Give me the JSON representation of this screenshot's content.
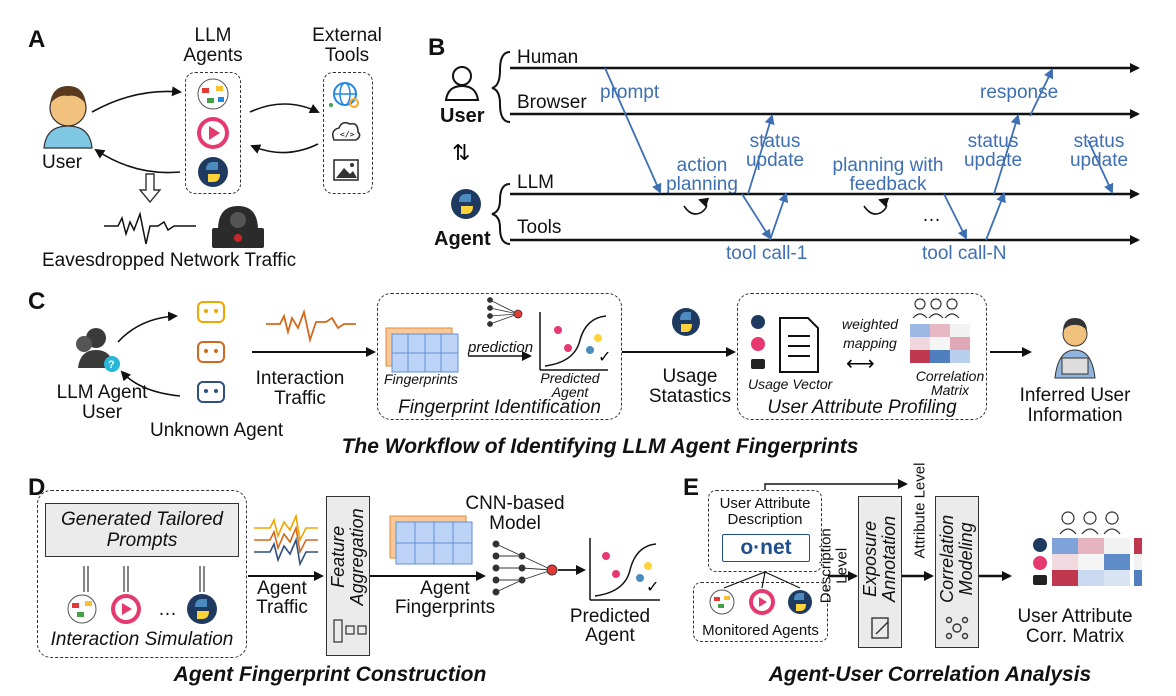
{
  "panels": {
    "a": "A",
    "b": "B",
    "c": "C",
    "d": "D",
    "e": "E"
  },
  "panel_a": {
    "llm_agents": "LLM\nAgents",
    "external_tools": "External\nTools",
    "user": "User",
    "eavesdropped": "Eavesdropped Network Traffic"
  },
  "panel_b": {
    "human": "Human",
    "browser": "Browser",
    "llm": "LLM",
    "tools": "Tools",
    "user": "User",
    "agent": "Agent",
    "prompt": "prompt",
    "response": "response",
    "action_planning": "action\nplanning",
    "status_update": "status\nupdate",
    "planning_with_feedback": "planning with\nfeedback",
    "tool_call_1": "tool call-1",
    "tool_call_n": "tool call-N",
    "ellipsis": "…"
  },
  "panel_c": {
    "llm_agent_user": "LLM Agent\nUser",
    "unknown_agent": "Unknown Agent",
    "interaction_traffic": "Interaction\nTraffic",
    "prediction": "prediction",
    "fingerprints": "Fingerprints",
    "predicted_agent": "Predicted\nAgent",
    "fingerprint_identification": "Fingerprint Identification",
    "usage_statastics": "Usage\nStatastics",
    "weighted_mapping": "weighted\nmapping",
    "usage_vector": "Usage Vector",
    "correlation_matrix": "Correlation\nMatrix",
    "user_attribute_profiling": "User Attribute Profiling",
    "inferred_user_information": "Inferred User\nInformation",
    "workflow_title": "The Workflow of Identifying LLM Agent Fingerprints"
  },
  "panel_d": {
    "generated_tailored_prompts": "Generated Tailored\nPrompts",
    "interaction_simulation": "Interaction Simulation",
    "ellipsis": "…",
    "agent_traffic": "Agent\nTraffic",
    "feature_aggregation": "Feature\nAggregation",
    "agent_fingerprints": "Agent\nFingerprints",
    "cnn_model": "CNN-based\nModel",
    "predicted_agent": "Predicted\nAgent",
    "title": "Agent Fingerprint Construction"
  },
  "panel_e": {
    "user_attribute_description": "User Attribute\nDescription",
    "onet_logo": "o·net",
    "description_level": "Description\nLevel",
    "attribute_level": "Attribute Level",
    "exposure_annotation": "Exposure\nAnnotation",
    "correlation_modeling": "Correlation\nModeling",
    "monitored_agents": "Monitored Agents",
    "user_attribute_corr_matrix": "User Attribute\nCorr. Matrix",
    "title": "Agent-User Correlation Analysis"
  },
  "colors": {
    "blue": "#3e6fb3",
    "traffic_orange": "#d2691e",
    "grid_blue": "#7ea7e3",
    "heat_red": "#c0384d",
    "heat_blue": "#4f7fbf"
  }
}
